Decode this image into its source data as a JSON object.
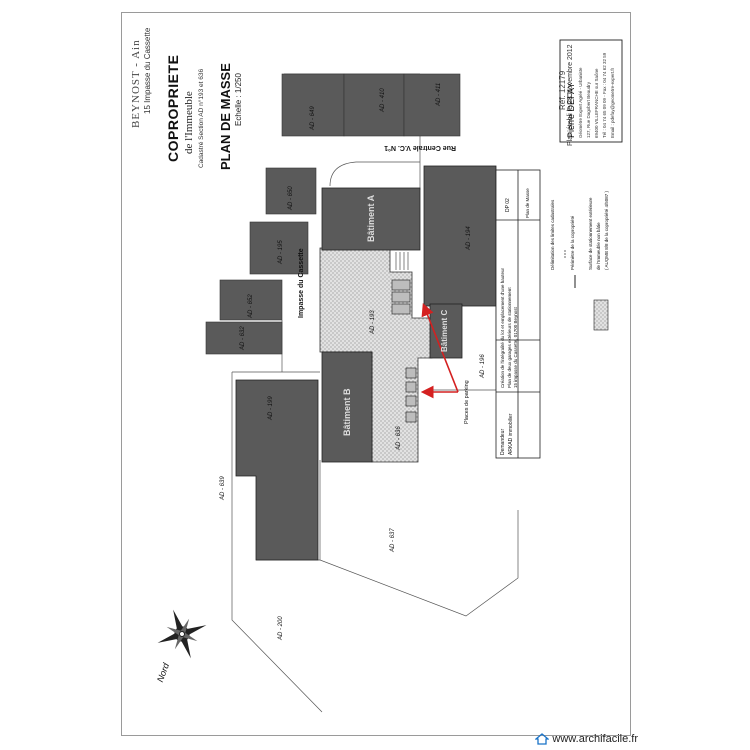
{
  "header": {
    "town": "BEYNOST - Ain",
    "address": "15 Impasse du Cassette",
    "title": "COPROPRIETE",
    "subtitle": "de l'Immeuble",
    "cadastre": "Cadastré Section AD n°193 et 636",
    "plan_title": "PLAN DE MASSE",
    "scale": "Echelle : 1/250"
  },
  "reference": {
    "ref": "Réf. 12179",
    "date": "Plan établi le 28 Novembre 2012"
  },
  "surveyor": {
    "name": "Pierre DEFAY",
    "title": "Géomètre Expert Agréé - Urbaniste",
    "address": "127, Rue Dagobert Beaudry",
    "city": "69400 VILLEFRANCHE sur Saône",
    "phone": "Tél : 04 74 65 09 09 - Fax : 04 74 62 32 59",
    "email": "Email : pdefay@geometre-expert.fr"
  },
  "roads": {
    "rue_centrale": "Rue Centrale   V.C. N°1",
    "impasse": "Impasse du Cassette"
  },
  "parcels": {
    "p649": "AD - 649",
    "p410": "AD - 410",
    "p411": "AD - 411",
    "p650": "AD - 650",
    "p195": "AD - 195",
    "p652": "AD - 652",
    "p632": "AD - 632",
    "p193": "AD - 193",
    "p194": "AD - 194",
    "p196": "AD - 196",
    "p199": "AD - 199",
    "p636": "AD - 636",
    "p639": "AD - 639",
    "p637": "AD - 637",
    "p200": "AD - 200"
  },
  "buildings": {
    "a": "Bâtiment A",
    "b": "Bâtiment B",
    "c": "Bâtiment C"
  },
  "annotations": {
    "places": "Places de parking"
  },
  "legend": {
    "line1": "Délimitation des limites cadastrales",
    "line2": "Périmètre de la copropriété",
    "line3a": "Surface de stationnement extérieure",
    "line3b": "de l'Immeuble non bâtie",
    "line3c": "( AUQMB 8/8 de la copropriété 4/5087 )"
  },
  "info_box": {
    "req_label": "Demandeur",
    "req_value": "ARKAD immobilier",
    "col2a": "Création de l'intégralité du lot et emplacement d'une hauteur",
    "col2b": "Plan de deux garages extérieurs de stationnement",
    "col2c": "15 impasse du Cassette, 01700 Beynost",
    "plan_no": "DP 02",
    "plan_type": "Plan de Masse"
  },
  "compass": {
    "north": "Nord"
  },
  "watermark": {
    "text": "www.archifacile.fr"
  },
  "colors": {
    "building": "#5a5a5a",
    "parking": "#cccccc",
    "arrow": "#d42020"
  }
}
